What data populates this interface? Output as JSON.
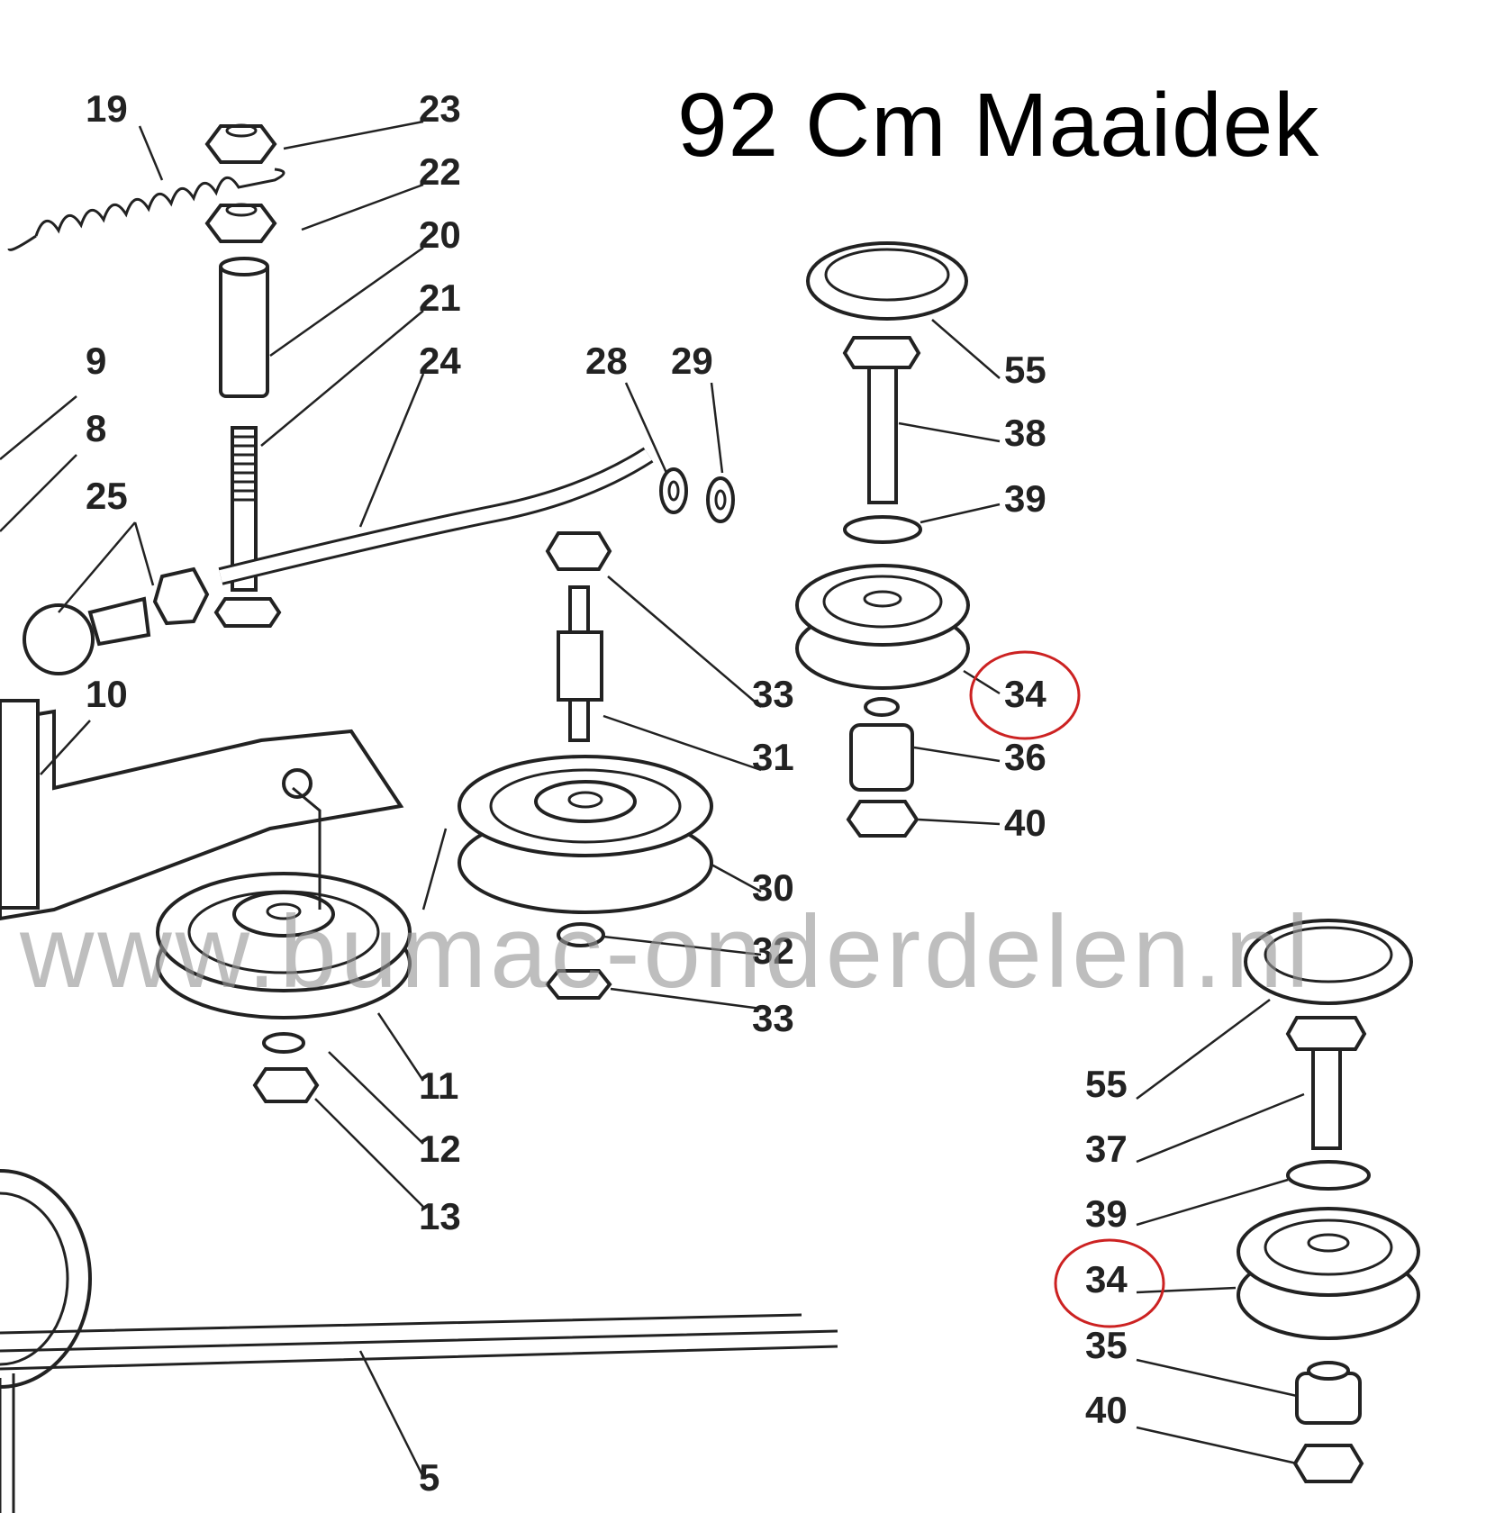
{
  "title": "92 Cm Maaidek",
  "watermark": "www.bumac-onderdelen.nl",
  "highlight_color": "#cc2222",
  "callouts": [
    "19",
    "23",
    "22",
    "20",
    "21",
    "24",
    "9",
    "8",
    "25",
    "10",
    "28",
    "29",
    "33",
    "31",
    "30",
    "32",
    "33",
    "11",
    "12",
    "13",
    "5",
    "55",
    "38",
    "39",
    "34",
    "36",
    "40",
    "55",
    "37",
    "39",
    "34",
    "35",
    "40"
  ],
  "highlighted_callouts": [
    "34",
    "34"
  ]
}
